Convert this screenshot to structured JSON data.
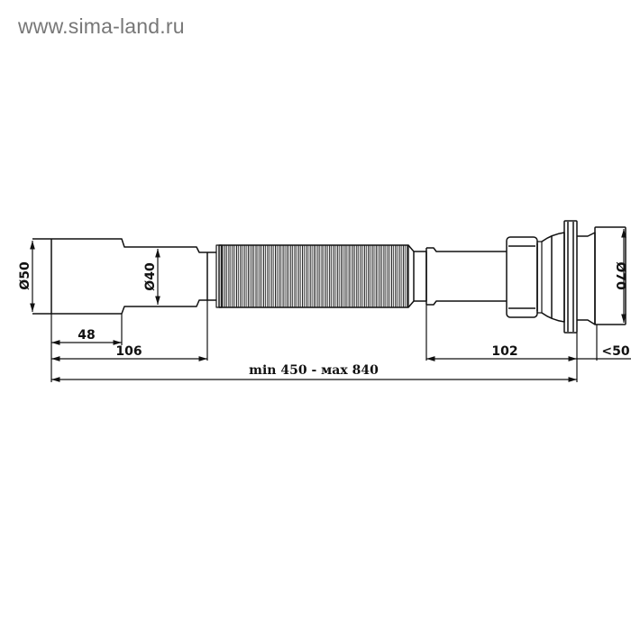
{
  "watermark": {
    "text": "www.sima-land.ru",
    "color": "#777777"
  },
  "drawing": {
    "subject": "flexible sink drain hose with outlet (technical drawing)",
    "line_color": "#111111",
    "dimensions": {
      "left_outer_diameter": "Ø50",
      "left_inner_diameter": "Ø40",
      "right_flange_diameter": "Ø70",
      "left_socket_length": "48",
      "left_end_length": "106",
      "right_end_length": "102",
      "right_flange_thickness": "<50",
      "total_length": "min 450 - мах 840"
    }
  }
}
